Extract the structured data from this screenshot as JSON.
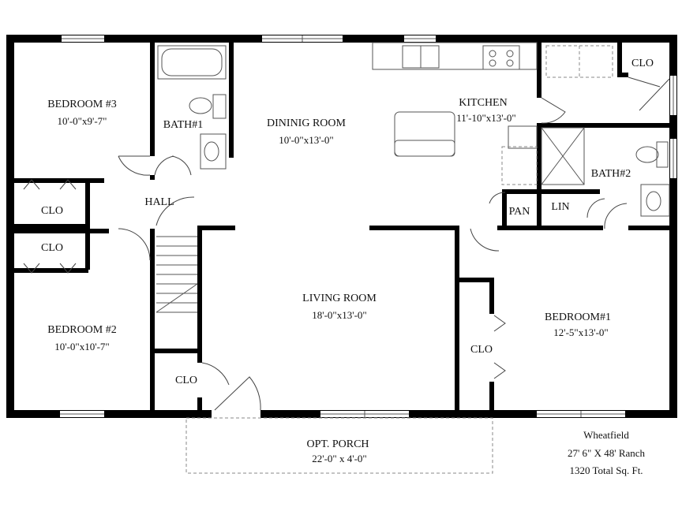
{
  "rooms": {
    "bedroom3": {
      "name": "BEDROOM #3",
      "size": "10'-0\"x9'-7\""
    },
    "bath1": {
      "name": "BATH#1"
    },
    "dining": {
      "name": "DININIG ROOM",
      "size": "10'-0\"x13'-0\""
    },
    "kitchen": {
      "name": "KITCHEN",
      "size": "11'-10\"x13'-0\""
    },
    "clo_kitchen": {
      "name": "CLO"
    },
    "bath2": {
      "name": "BATH#2"
    },
    "clo_b3": {
      "name": "CLO"
    },
    "hall": {
      "name": "HALL"
    },
    "pan": {
      "name": "PAN"
    },
    "lin": {
      "name": "LIN"
    },
    "clo_b2": {
      "name": "CLO"
    },
    "living": {
      "name": "LIVING ROOM",
      "size": "18'-0\"x13'-0\""
    },
    "bedroom2": {
      "name": "BEDROOM #2",
      "size": "10'-0\"x10'-7\""
    },
    "bedroom1": {
      "name": "BEDROOM#1",
      "size": "12'-5\"x13'-0\""
    },
    "clo_b1": {
      "name": "CLO"
    },
    "clo_entry": {
      "name": "CLO"
    },
    "porch": {
      "name": "OPT.  PORCH",
      "size": "22'-0\" x 4'-0\""
    }
  },
  "plan_info": {
    "name": "Wheatfield",
    "dimensions": "27' 6\" X 48' Ranch",
    "area": "1320 Total Sq. Ft."
  }
}
